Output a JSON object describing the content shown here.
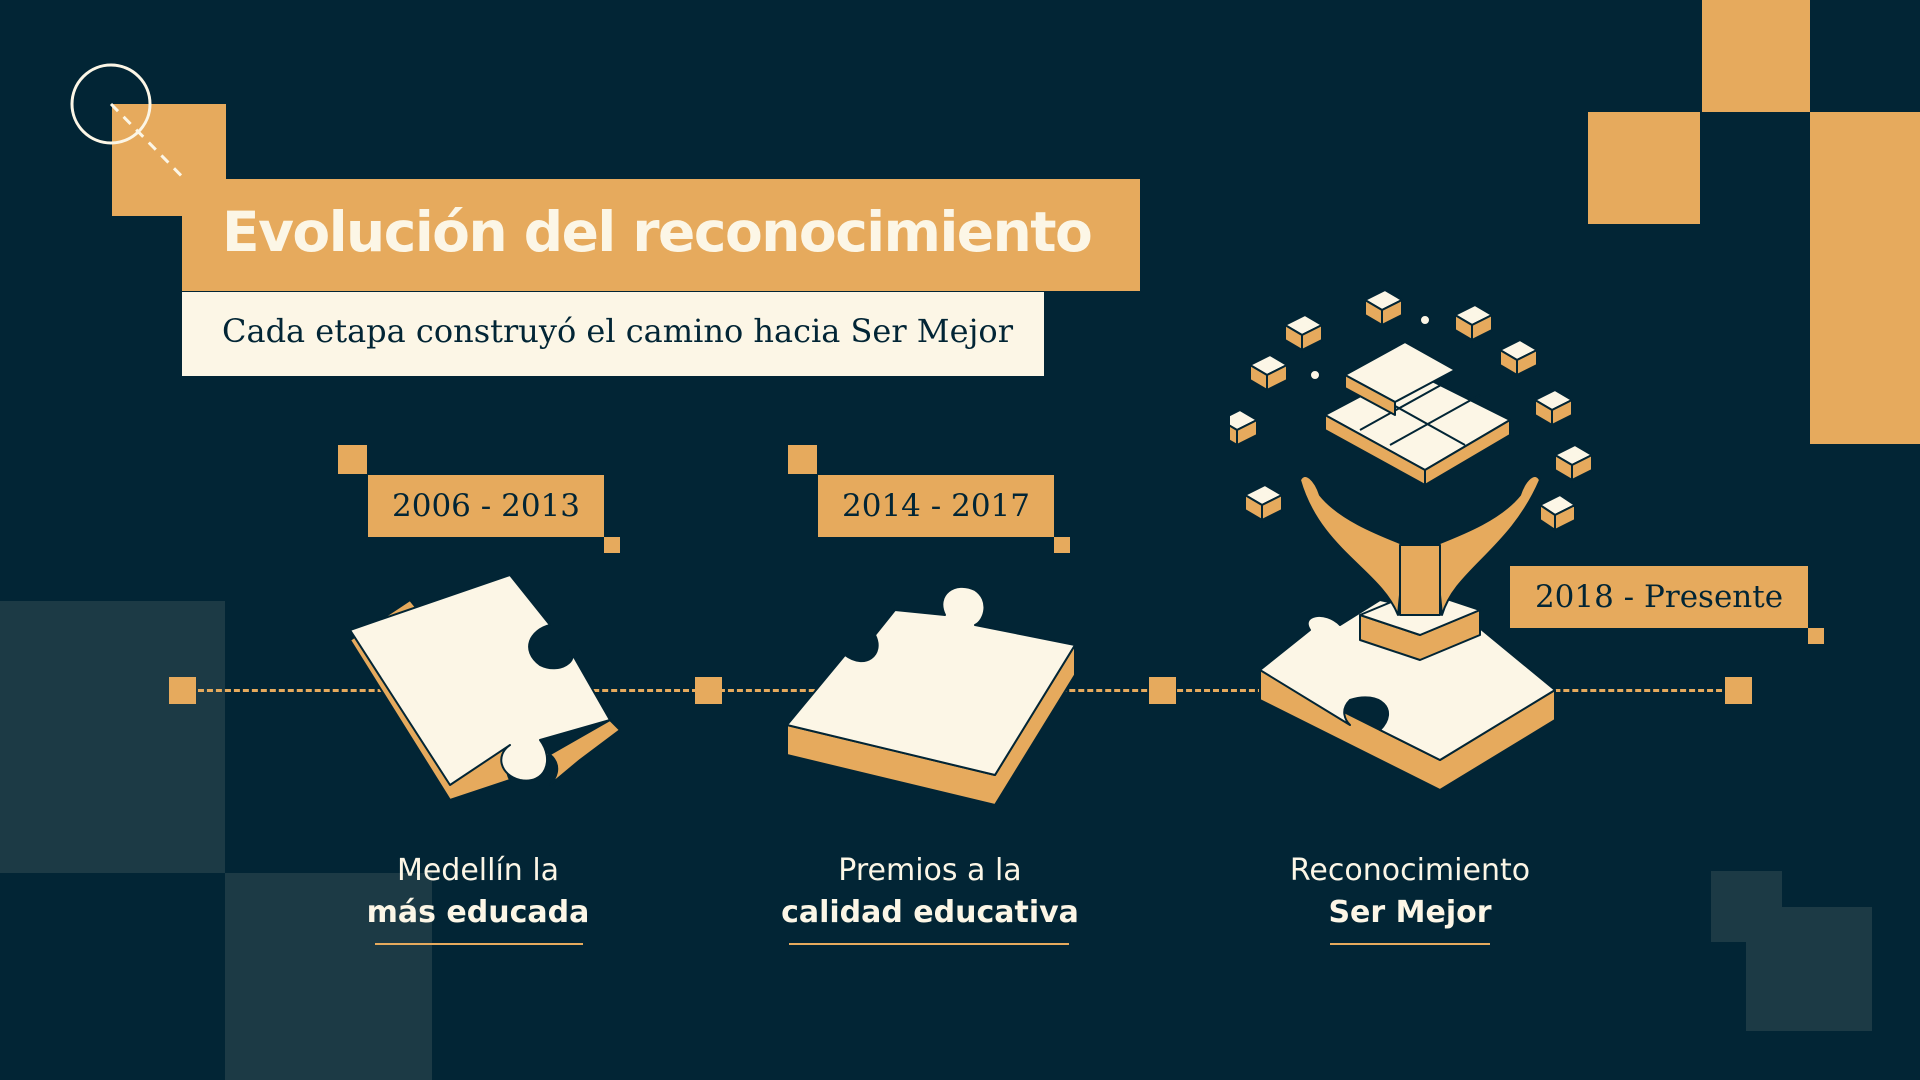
{
  "header": {
    "title": "Evolución del reconocimiento",
    "subtitle": "Cada etapa construyó el camino hacia Ser Mejor"
  },
  "timeline": {
    "stages": [
      {
        "date": "2006 - 2013",
        "line1": "Medellín la",
        "line2": "más educada"
      },
      {
        "date": "2014 - 2017",
        "line1": "Premios a la",
        "line2": "calidad educativa"
      },
      {
        "date": "2018 - Presente",
        "line1": "Reconocimiento",
        "line2": "Ser Mejor"
      }
    ]
  },
  "colors": {
    "background": "#022535",
    "accent": "#e6aa5d",
    "cream": "#fcf6e6",
    "muted_block": "#1c3a45"
  }
}
